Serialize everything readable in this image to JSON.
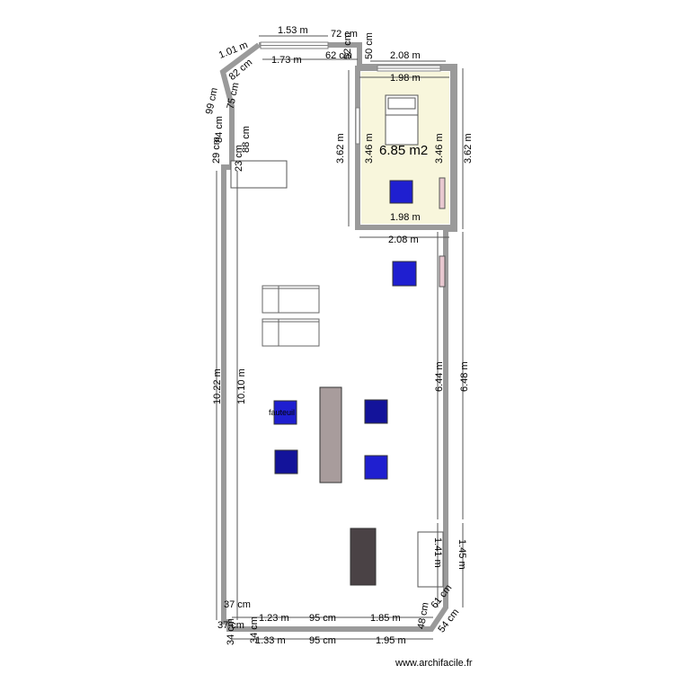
{
  "room": {
    "area_label": "6.85 m2"
  },
  "furniture": {
    "fauteuil_label": "fauteuil"
  },
  "dimensions": {
    "top_window_outer": "1.53 m",
    "top_outer_72": "72 cm",
    "top_window_inner": "1.73 m",
    "top_inner_62": "62 cm",
    "diag_outer_101": "1.01 m",
    "diag_inner_82": "82 cm",
    "left_outer_99": "99 cm",
    "left_inner_75": "75 cm",
    "left_inner_88": "88 cm",
    "left_outer_84": "84 cm",
    "left_outer_29": "29 cm",
    "left_inner_23": "23 cm",
    "vert_52": "52 cm",
    "vert_50": "50 cm",
    "room_top_outer": "2.08 m",
    "room_top_inner": "1.98 m",
    "room_left_outer": "3.62 m",
    "room_left_inner": "3.46 m",
    "room_right_inner": "3.46 m",
    "room_right_outer": "3.62 m",
    "room_bottom_inner": "1.98 m",
    "room_bottom_outer": "2.08 m",
    "main_left_outer": "10.22 m",
    "main_left_inner": "10.10 m",
    "main_right_inner": "6.44 m",
    "main_right_outer": "6.48 m",
    "lower_right_inner": "1.41 m",
    "lower_right_outer": "1.45 m",
    "corner_48": "48 cm",
    "corner_61": "61 cm",
    "corner_54": "54 cm",
    "bl_37": "37 cm",
    "bl_34": "34 cm",
    "bl_37b": "37 cm",
    "bl_34b": "34 cm",
    "bottom_inner_123": "1.23 m",
    "bottom_inner_95": "95 cm",
    "bottom_inner_185": "1.85 m",
    "bottom_outer_133": "1.33 m",
    "bottom_outer_95": "95 cm",
    "bottom_outer_195": "1.95 m"
  },
  "watermark": "www.archifacile.fr",
  "colors": {
    "wall": "#9a9a9a",
    "room_fill": "#f8f6dc",
    "blue_square": "#1f1fd0",
    "dark_blue_square": "#13139a",
    "table_fill": "#a89c9c",
    "dark_block": "#4a4245"
  }
}
